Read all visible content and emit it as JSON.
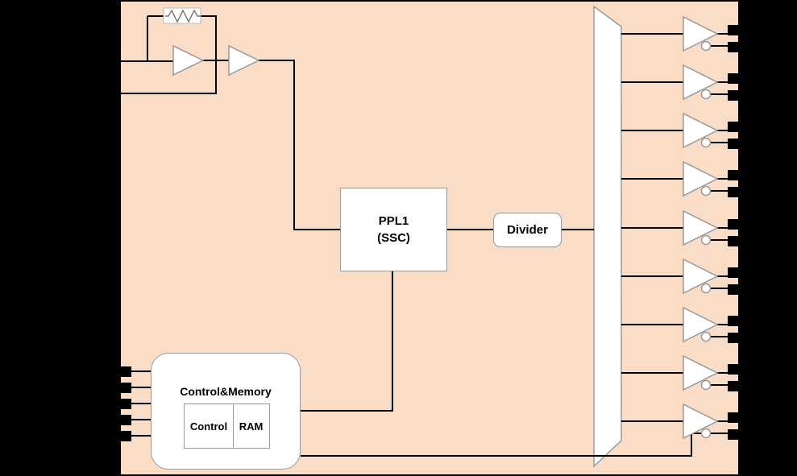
{
  "colors": {
    "background": "#000000",
    "panel": "#FADDC7",
    "wire": "#000000",
    "block_fill": "#FFFFFF",
    "block_border": "#999999",
    "pin": "#000000"
  },
  "blocks": {
    "pll": {
      "line1": "PPL1",
      "line2": "(SSC)"
    },
    "divider": {
      "label": "Divider"
    },
    "control_memory": {
      "title": "Control&Memory",
      "control": "Control",
      "ram": "RAM"
    }
  },
  "diagram": {
    "input_buffer_count": 2,
    "has_feedback_resistor": true,
    "output_buffer_count": 9,
    "right_pin_pair_count": 9,
    "left_pin_count": 5
  }
}
